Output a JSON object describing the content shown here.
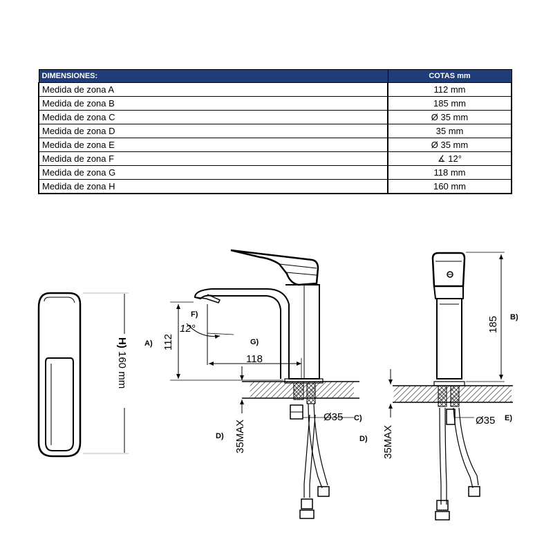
{
  "table": {
    "header": {
      "col1": "DIMENSIONES:",
      "col2": "COTAS mm"
    },
    "rows": [
      {
        "label": "Medida de zona A",
        "value": "112 mm"
      },
      {
        "label": "Medida de zona B",
        "value": "185 mm"
      },
      {
        "label": "Medida de zona C",
        "value": "Ø 35 mm"
      },
      {
        "label": "Medida de zona D",
        "value": "35 mm"
      },
      {
        "label": "Medida de zona E",
        "value": "Ø 35 mm"
      },
      {
        "label": "Medida de zona F",
        "value": "∡ 12°"
      },
      {
        "label": "Medida de zona G",
        "value": "118 mm"
      },
      {
        "label": "Medida de zona H",
        "value": "160 mm"
      }
    ]
  },
  "drawing": {
    "top_view": {
      "label_h": "H)",
      "dim_h": "160 mm"
    },
    "side_view": {
      "label_a": "A)",
      "dim_a": "112",
      "label_f": "F)",
      "dim_f": "12°",
      "label_g": "G)",
      "dim_g": "118",
      "label_c": "C)",
      "dim_c": "Ø35",
      "label_d": "D)",
      "dim_d": "35MAX"
    },
    "front_view": {
      "label_b": "B)",
      "dim_b": "185",
      "label_e": "E)",
      "dim_e": "Ø35",
      "label_d": "D)",
      "dim_d": "35MAX"
    }
  }
}
